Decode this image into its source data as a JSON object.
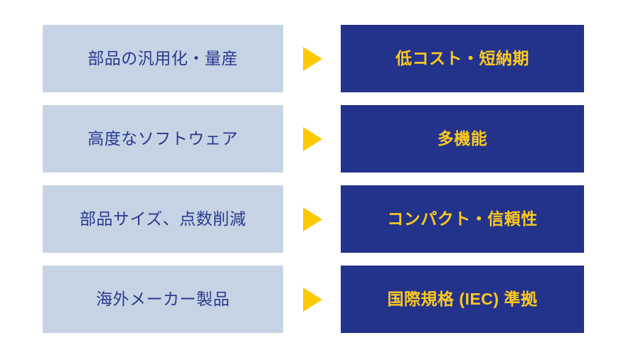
{
  "diagram": {
    "type": "cause-effect-rows",
    "colors": {
      "cause_box_bg": "#c5d3e4",
      "cause_text": "#2a3a8f",
      "effect_box_bg": "#23338c",
      "effect_text": "#ffc91e",
      "arrow": "#ffc800",
      "page_background": "#ffffff"
    },
    "arrow_icon_name": "right-triangle-arrow-icon",
    "rows": [
      {
        "cause": "部品の汎用化・量産",
        "effect": "低コスト・短納期"
      },
      {
        "cause": "高度なソフトウェア",
        "effect": "多機能"
      },
      {
        "cause": "部品サイズ、点数削減",
        "effect": "コンパクト・信頼性"
      },
      {
        "cause": "海外メーカー製品",
        "effect": "国際規格 (IEC) 準拠"
      }
    ]
  }
}
